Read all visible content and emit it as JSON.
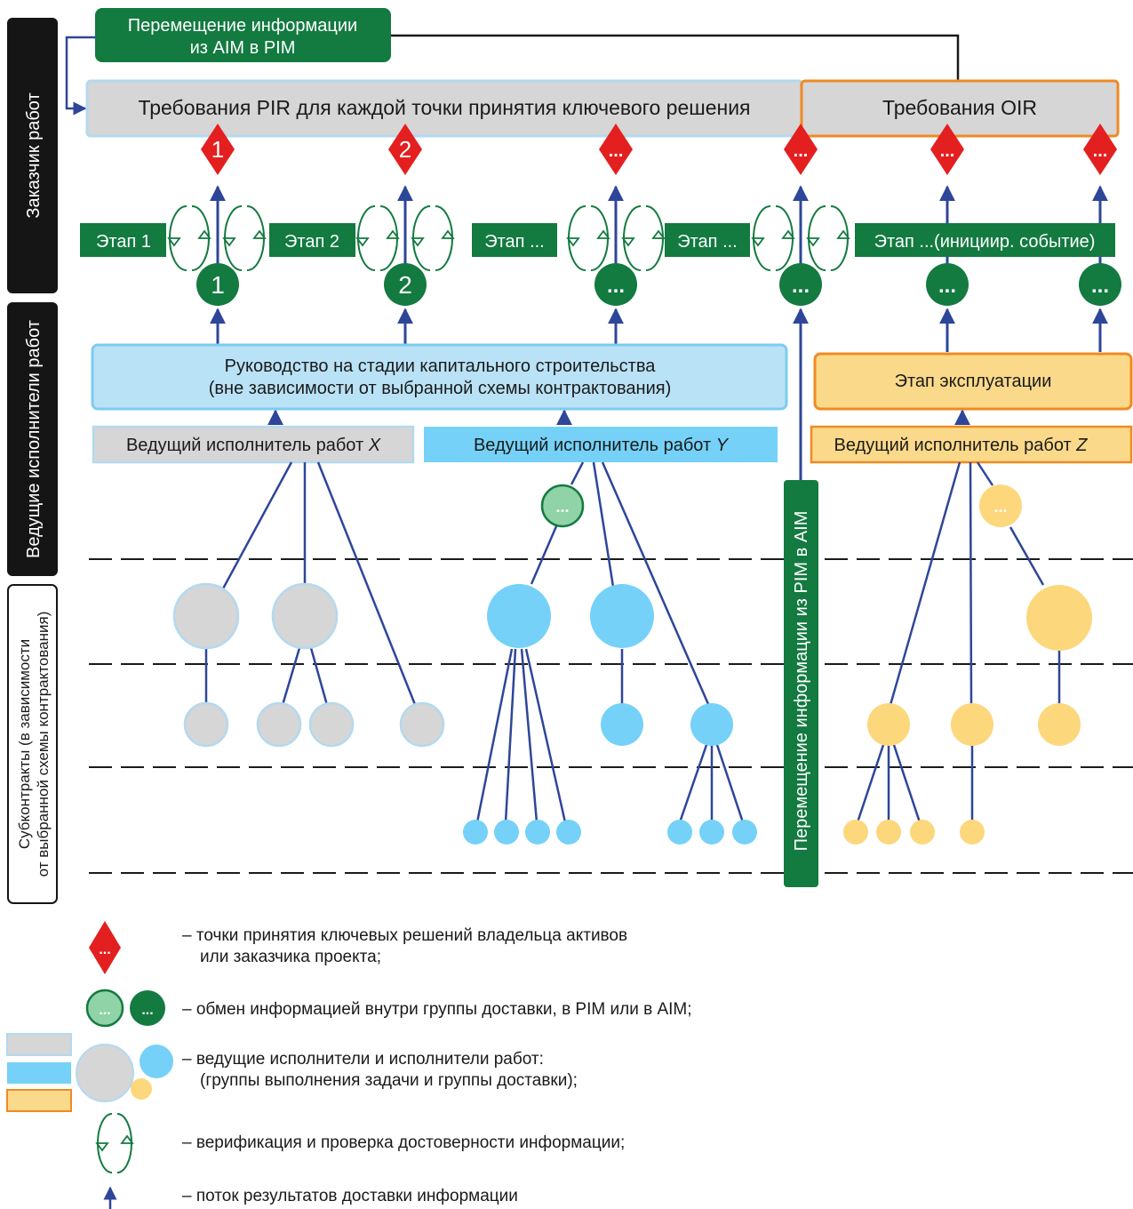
{
  "colors": {
    "dark_green": "#137a40",
    "light_green": "#8fd3a6",
    "red": "#e41f1f",
    "navy": "#2e4699",
    "gray_fill": "#d6d6d6",
    "gray_border": "#b3d9f0",
    "blue_fill": "#b9e2f6",
    "blue_border": "#7ecbf0",
    "cyan": "#75d1f7",
    "orange_fill": "#fbd98a",
    "orange_border": "#f08a22",
    "yellow_node": "#fcd77c",
    "left_band": "#151515"
  },
  "left_bands": {
    "client": "Заказчик работ",
    "lead_contractors": "Ведущие исполнители работ",
    "subcontracts_line1": "Субконтракты (в зависимости",
    "subcontracts_line2": "от выбранной схемы контрактования)"
  },
  "top": {
    "aim_to_pim_line1": "Перемещение информации",
    "aim_to_pim_line2": "из AIM в PIM",
    "pir": "Требования PIR для каждой точки принятия ключевого решения",
    "oir": "Требования OIR"
  },
  "decision_points": [
    "1",
    "2",
    "...",
    "...",
    "...",
    "..."
  ],
  "stages": {
    "stage1": "Этап 1",
    "stage2": "Этап 2",
    "stage3": "Этап ...",
    "stage4": "Этап ...",
    "stage5": "Этап ...(инициир. событие)"
  },
  "exchange_nodes": [
    "1",
    "2",
    "...",
    "...",
    "...",
    "..."
  ],
  "capital_line1": "Руководство на стадии капитального строительства",
  "capital_line2": "(вне зависимости от выбранной схемы контрактования)",
  "operation": "Этап эксплуатации",
  "contractors": {
    "x_prefix": "Ведущий исполнитель работ ",
    "x_letter": "X",
    "y_prefix": "Ведущий исполнитель работ ",
    "y_letter": "Y",
    "z_prefix": "Ведущий исполнитель работ ",
    "z_letter": "Z"
  },
  "pim_to_aim": "Перемещение информации из PIM в AIM",
  "task_node_dots": "...",
  "legend": {
    "decision_text_line1": "– точки принятия ключевых решений владельца активов",
    "decision_text_line2": "или заказчика проекта;",
    "decision_dots": "...",
    "exchange_text": "– обмен информацией внутри группы доставки, в PIM или в AIM;",
    "exchange_dots": "...",
    "teams_text_line1": "– ведущие исполнители и исполнители работ:",
    "teams_text_line2": "(группы выполнения задачи и группы доставки);",
    "verify_text": "– верификация и проверка достоверности информации;",
    "flow_text": "– поток результатов доставки информации"
  }
}
